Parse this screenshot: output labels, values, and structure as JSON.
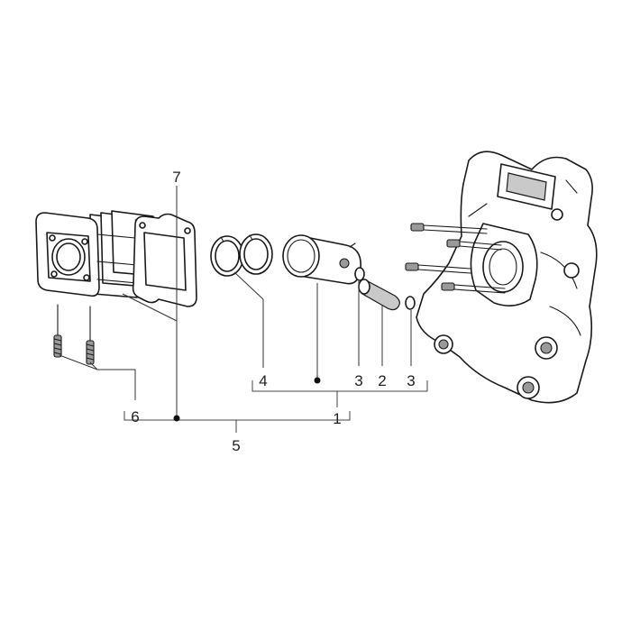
{
  "callouts": {
    "c1": "1",
    "c2": "2",
    "c3a": "3",
    "c3b": "3",
    "c4": "4",
    "c5": "5",
    "c6": "6",
    "c7": "7"
  },
  "colors": {
    "line": "#1a1a1a",
    "shade": "#c9c9c9",
    "background": "#ffffff"
  }
}
